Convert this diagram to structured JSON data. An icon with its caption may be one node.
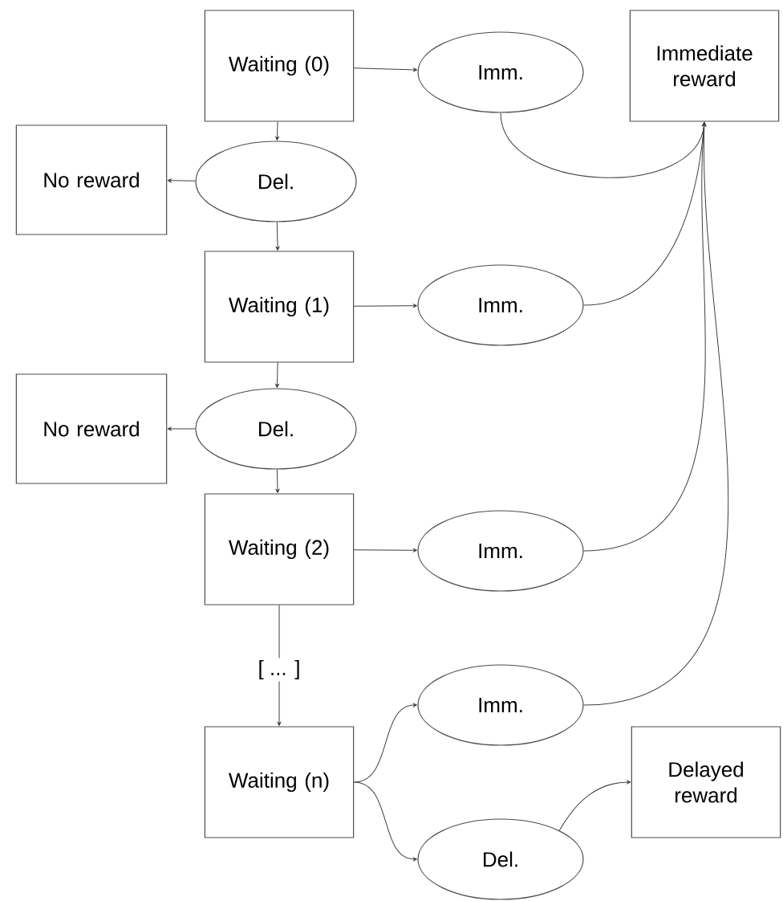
{
  "diagram": {
    "nodes": [
      {
        "text": [
          "Waiting (0)"
        ]
      },
      {
        "text": [
          "Imm."
        ]
      },
      {
        "text": [
          "Immediate reward"
        ]
      },
      {
        "text": [
          "No reward"
        ]
      },
      {
        "text": [
          "Del."
        ]
      },
      {
        "text": [
          "Waiting (1)"
        ]
      },
      {
        "text": [
          "Imm."
        ]
      },
      {
        "text": [
          "No reward"
        ]
      },
      {
        "text": [
          "Del."
        ]
      },
      {
        "text": [
          "Waiting (2)"
        ]
      },
      {
        "text": [
          "Imm."
        ]
      },
      {
        "text": [
          "[ ... ]"
        ]
      },
      {
        "text": [
          "Waiting (n)"
        ]
      },
      {
        "text": [
          "Imm."
        ]
      },
      {
        "text": [
          "Delayed reward"
        ]
      },
      {
        "text": [
          "Del."
        ]
      }
    ],
    "edges": [
      {
        "from": 0,
        "to": 1,
        "arrow": "to"
      },
      {
        "from": 1,
        "to": 2,
        "arrow": "to"
      },
      {
        "from": 0,
        "to": 4,
        "arrow": "to"
      },
      {
        "from": 4,
        "to": 3,
        "arrow": "to"
      },
      {
        "from": 4,
        "to": 5,
        "arrow": "to"
      },
      {
        "from": 5,
        "to": 6,
        "arrow": "to"
      },
      {
        "from": 6,
        "to": 2,
        "arrow": "to"
      },
      {
        "from": 5,
        "to": 8,
        "arrow": "to"
      },
      {
        "from": 8,
        "to": 7,
        "arrow": "to"
      },
      {
        "from": 8,
        "to": 9,
        "arrow": "to"
      },
      {
        "from": 9,
        "to": 10,
        "arrow": "to"
      },
      {
        "from": 10,
        "to": 2,
        "arrow": "to"
      },
      {
        "from": 9,
        "to": 11,
        "arrow": "none"
      },
      {
        "from": 11,
        "to": 12,
        "arrow": "to"
      },
      {
        "from": 12,
        "to": 13,
        "arrow": "to"
      },
      {
        "from": 12,
        "to": 15,
        "arrow": "to"
      },
      {
        "from": 13,
        "to": 2,
        "arrow": "to"
      },
      {
        "from": 15,
        "to": 14,
        "arrow": "to"
      }
    ]
  }
}
